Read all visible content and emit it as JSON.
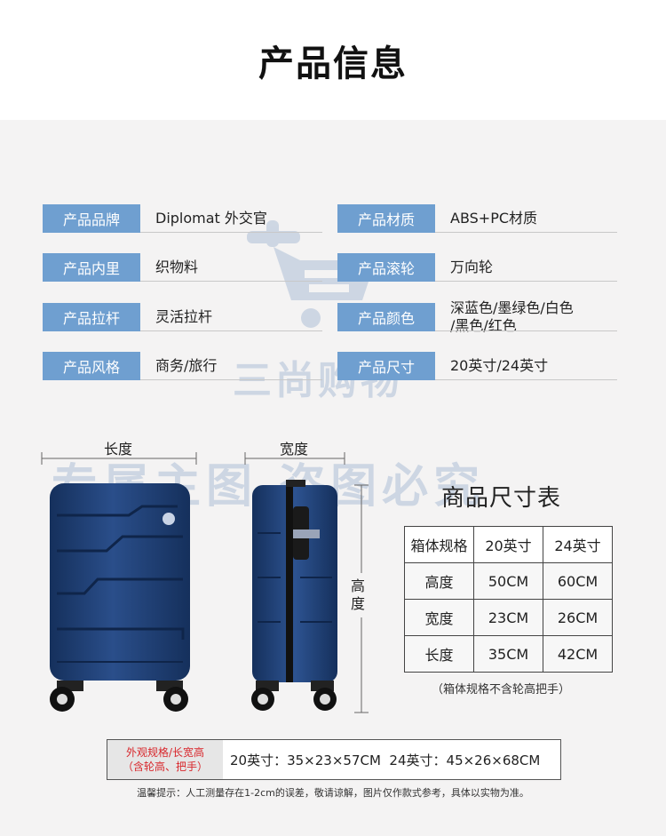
{
  "page_title": "产品信息",
  "watermark": {
    "brand": "三尚购物",
    "warning": "专属主图 盗图必究"
  },
  "attributes": [
    {
      "label": "产品品牌",
      "value": "Diplomat 外交官"
    },
    {
      "label": "产品材质",
      "value": "ABS+PC材质"
    },
    {
      "label": "产品内里",
      "value": "织物料"
    },
    {
      "label": "产品滚轮",
      "value": "万向轮"
    },
    {
      "label": "产品拉杆",
      "value": "灵活拉杆"
    },
    {
      "label": "产品颜色",
      "value": "深蓝色/墨绿色/白色\n/黑色/红色"
    },
    {
      "label": "产品风格",
      "value": "商务/旅行"
    },
    {
      "label": "产品尺寸",
      "value": "20英寸/24英寸"
    }
  ],
  "dimensions": {
    "length": "长度",
    "width": "宽度",
    "height": "高\n度"
  },
  "size_table": {
    "title": "商品尺寸表",
    "headers": [
      "箱体规格",
      "20英寸",
      "24英寸"
    ],
    "rows": [
      [
        "高度",
        "50CM",
        "60CM"
      ],
      [
        "宽度",
        "23CM",
        "26CM"
      ],
      [
        "长度",
        "35CM",
        "42CM"
      ]
    ],
    "caption": "（箱体规格不含轮高把手）"
  },
  "spec_note": {
    "label_line1": "外观规格/长宽高",
    "label_line2": "（含轮高、把手）",
    "value": "20英寸：35×23×57CM  24英寸：45×26×68CM"
  },
  "footer_note": "温馨提示：人工测量存在1-2cm的误差，敬请谅解，图片仅作款式参考，具体以实物为准。",
  "colors": {
    "label_bg": "#6f9fd0",
    "panel_bg": "#f4f3f3",
    "suitcase_blue": "#1f3f74",
    "note_red": "#d8262b"
  }
}
